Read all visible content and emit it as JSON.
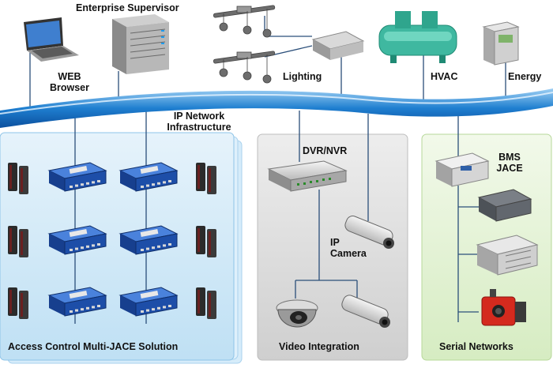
{
  "labels": {
    "enterprise_supervisor": "Enterprise Supervisor",
    "web_browser_1": "WEB",
    "web_browser_2": "Browser",
    "lighting": "Lighting",
    "hvac": "HVAC",
    "energy": "Energy",
    "ip_network_1": "IP Network",
    "ip_network_2": "Infrastructure",
    "dvr_nvr": "DVR/NVR",
    "ip_camera_1": "IP",
    "ip_camera_2": "Camera",
    "bms_jace_1": "BMS",
    "bms_jace_2": "JACE",
    "access_control": "Access Control Multi-JACE Solution",
    "video_integration": "Video Integration",
    "serial_networks": "Serial Networks"
  },
  "colors": {
    "network_band": "#1f7fd0",
    "access_panel": "#cfe7f7",
    "video_panel": "#dcdcdc",
    "serial_panel": "#e4f2d6",
    "jace_body": "#1d4ea8",
    "hvac_unit": "#3fb8a0"
  }
}
